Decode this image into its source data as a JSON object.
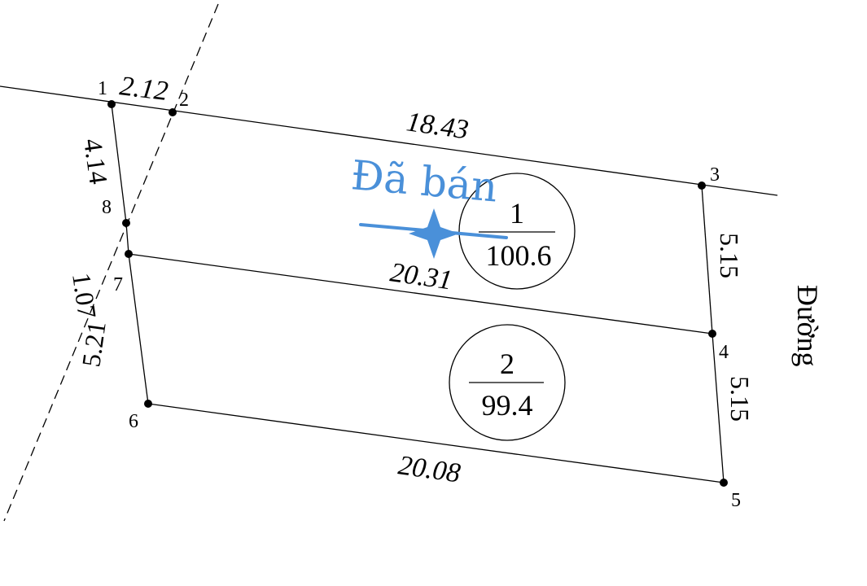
{
  "points": [
    {
      "id": "1",
      "label": "1"
    },
    {
      "id": "2",
      "label": "2"
    },
    {
      "id": "3",
      "label": "3"
    },
    {
      "id": "4",
      "label": "4"
    },
    {
      "id": "5",
      "label": "5"
    },
    {
      "id": "6",
      "label": "6"
    },
    {
      "id": "7",
      "label": "7"
    },
    {
      "id": "8",
      "label": "8"
    }
  ],
  "edges": {
    "e1_2": "2.12",
    "e2_3": "18.43",
    "e3_4": "5.15",
    "e4_5": "5.15",
    "e5_6": "20.08",
    "e6_7": "5.21",
    "e7_8": "1.07",
    "e8_1": "4.14",
    "e7_4": "20.31"
  },
  "lots": [
    {
      "number": "1",
      "area": "100.6"
    },
    {
      "number": "2",
      "area": "99.4"
    }
  ],
  "road_label": "Đường",
  "sold_stamp": "Đã bán",
  "colors": {
    "line": "#000000",
    "stamp": "#4a90d9"
  }
}
